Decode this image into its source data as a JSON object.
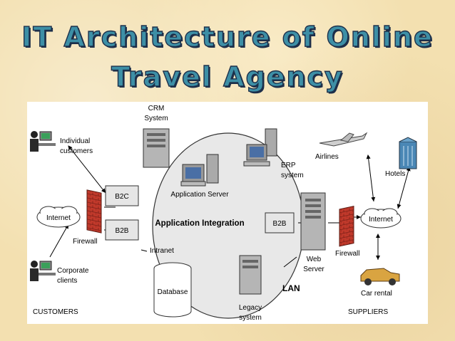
{
  "title": {
    "line1": "IT Architecture of Online",
    "line2": "Travel Agency"
  },
  "diagram": {
    "crm": [
      "CRM",
      "System"
    ],
    "individual_customers": [
      "Individual",
      "customers"
    ],
    "corporate_clients": [
      "Corporate",
      "clients"
    ],
    "internet_left": "Internet",
    "internet_right": "Internet",
    "firewall_left": "Firewall",
    "firewall_right": "Firewall",
    "b2c": "B2C",
    "b2b_left": "B2B",
    "b2b_right": "B2B",
    "application_server": "Application Server",
    "application_integration": "Application Integration",
    "intranet": "Intranet",
    "database": "Database",
    "erp": [
      "ERP",
      "system"
    ],
    "web_server": [
      "Web",
      "Server"
    ],
    "lan": "LAN",
    "legacy": [
      "Legacy",
      "system"
    ],
    "airlines": "Airlines",
    "hotels": "Hotels",
    "car_rental": "Car rental",
    "customers_label": "CUSTOMERS",
    "suppliers_label": "SUPPLIERS"
  },
  "colors": {
    "title_fill": "#3d8fa6",
    "title_outline": "#1d2f4a",
    "background": "#f3e0b0",
    "firewall": "#c0392b",
    "box_fill": "#e6e6e6"
  }
}
